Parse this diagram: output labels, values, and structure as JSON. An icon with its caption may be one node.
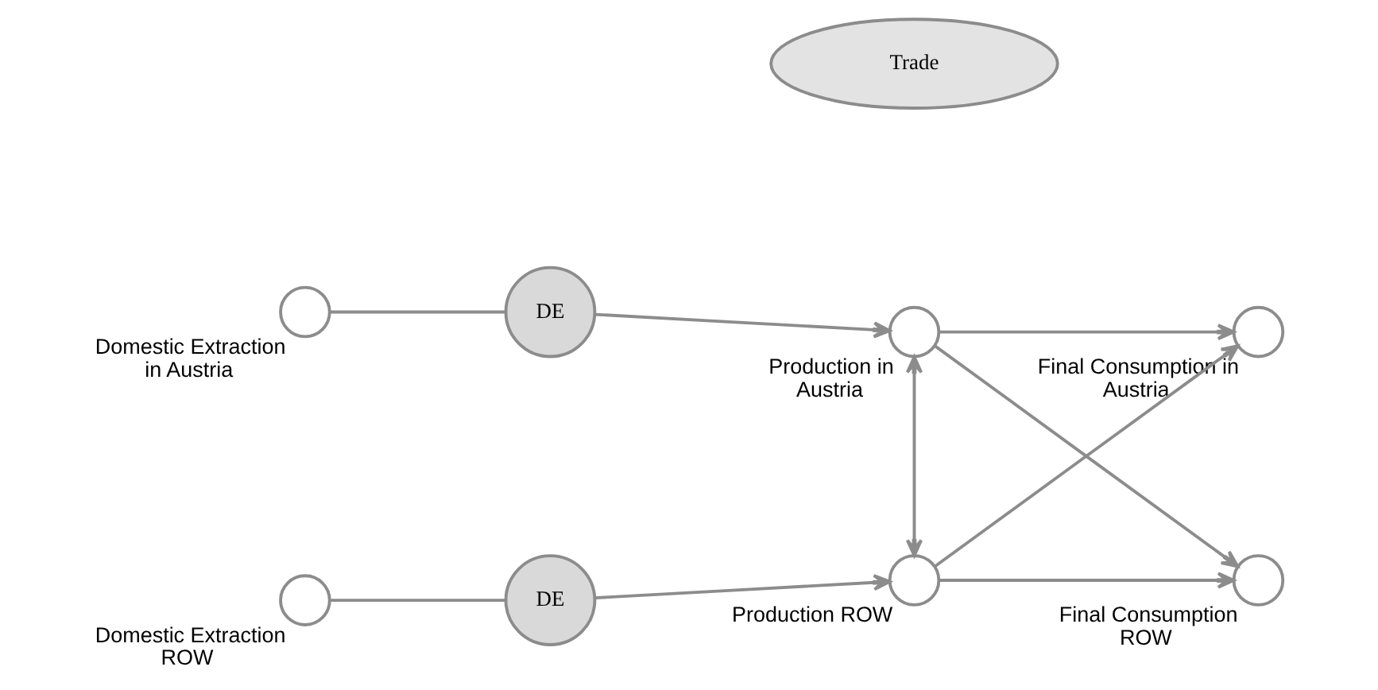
{
  "diagram": {
    "nodes": [
      {
        "text": [
          "Domestic Extraction in Austria"
        ]
      },
      {
        "text": [
          "Production in Austria"
        ]
      },
      {
        "text": [
          "Final Consumption in Austria"
        ]
      },
      {
        "text": [
          "Domestic Extraction ROW"
        ]
      },
      {
        "text": [
          "Production ROW"
        ]
      },
      {
        "text": [
          "Final Consumption ROW"
        ]
      },
      {
        "text": [
          "DE"
        ]
      },
      {
        "text": [
          "DE"
        ]
      },
      {
        "text": [
          "Trade"
        ]
      }
    ],
    "edges": [
      {
        "from": 0,
        "to": 6,
        "arrow": "none"
      },
      {
        "from": 6,
        "to": 1,
        "arrow": "to"
      },
      {
        "from": 3,
        "to": 7,
        "arrow": "none"
      },
      {
        "from": 7,
        "to": 4,
        "arrow": "to"
      },
      {
        "from": 1,
        "to": 2,
        "arrow": "to"
      },
      {
        "from": 1,
        "to": 4,
        "arrow": "both"
      },
      {
        "from": 1,
        "to": 5,
        "arrow": "to"
      },
      {
        "from": 4,
        "to": 2,
        "arrow": "to"
      },
      {
        "from": 4,
        "to": 5,
        "arrow": "to"
      }
    ]
  }
}
